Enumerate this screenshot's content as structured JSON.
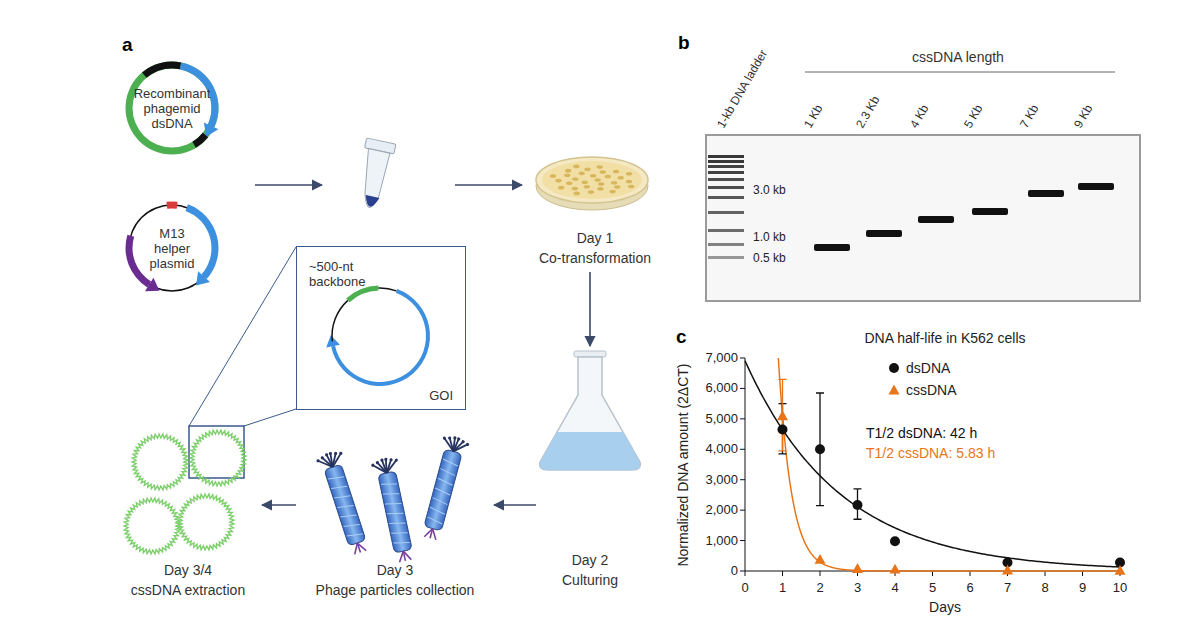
{
  "diagram": {
    "nodes": [
      {
        "text": [
          "Recombinant phagemid dsDNA"
        ]
      },
      {
        "text": [
          "M13 helper plasmid"
        ]
      },
      {
        "text": [
          "Day 1",
          "Co-transformation"
        ]
      },
      {
        "text": [
          "~500-nt backbone",
          "GOI"
        ]
      },
      {
        "text": [
          "Day 2",
          "Culturing"
        ]
      },
      {
        "text": [
          "Day 3",
          "Phage particles collection"
        ]
      },
      {
        "text": [
          "Day 3/4",
          "cssDNA extraction"
        ]
      }
    ],
    "edges": [
      {
        "from": 2,
        "to": 4,
        "arrow": "to"
      },
      {
        "from": 4,
        "to": 5,
        "arrow": "to"
      },
      {
        "from": 5,
        "to": 6,
        "arrow": "to"
      }
    ],
    "labels": [
      "a",
      "b",
      "1-kb DNA ladder",
      "cssDNA length",
      "1 Kb",
      "2.3 Kb",
      "4 Kb",
      "5 Kb",
      "7 Kb",
      "9 Kb",
      "3.0 kb",
      "1.0 kb",
      "0.5 kb",
      "c",
      "DNA half-life in K562 cells",
      "T1/2 dsDNA: 42 h",
      "T1/2 cssDNA: 5.83 h",
      "Normalized DNA amount (2ΔCT)",
      "7,000",
      "6,000",
      "5,000",
      "4,000",
      "3,000",
      "2,000",
      "1,000",
      "0",
      "0",
      "1",
      "2",
      "3",
      "4",
      "5",
      "6",
      "7",
      "8",
      "9",
      "10",
      "Days"
    ],
    "legend": [
      {
        "text": "dsDNA"
      },
      {
        "text": "cssDNA"
      }
    ]
  }
}
